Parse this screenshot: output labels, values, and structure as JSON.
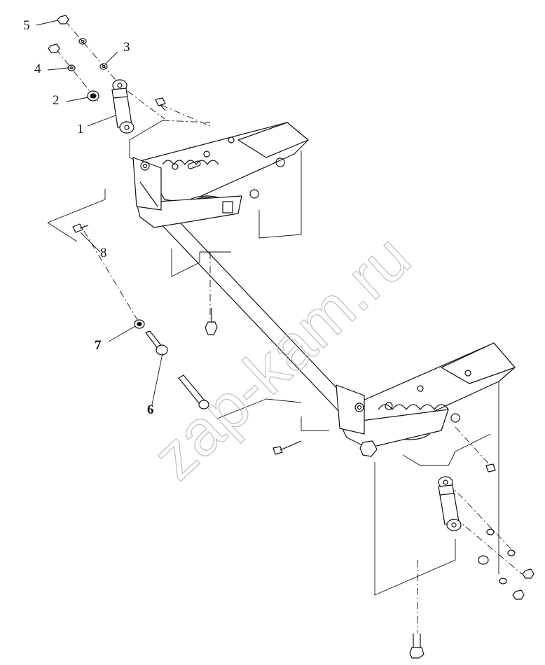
{
  "diagram": {
    "callouts": [
      {
        "id": "c5",
        "label": "5"
      },
      {
        "id": "c3",
        "label": "3"
      },
      {
        "id": "c4",
        "label": "4"
      },
      {
        "id": "c2",
        "label": "2"
      },
      {
        "id": "c1",
        "label": "1"
      },
      {
        "id": "c8",
        "label": "8"
      },
      {
        "id": "c7",
        "label": "7"
      },
      {
        "id": "c6",
        "label": "6"
      }
    ],
    "watermark": "zap-kam.ru"
  },
  "colors": {
    "line": "#111111",
    "watermark": "#bdbdbd",
    "background": "#ffffff"
  }
}
